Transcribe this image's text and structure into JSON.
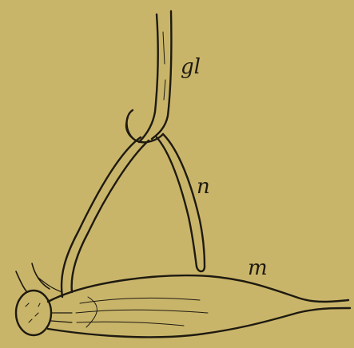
{
  "colors": {
    "background": "#c9b56a",
    "ink": "#1e1a10"
  },
  "labels": {
    "gl": "gl",
    "n": "n",
    "m": "m"
  }
}
